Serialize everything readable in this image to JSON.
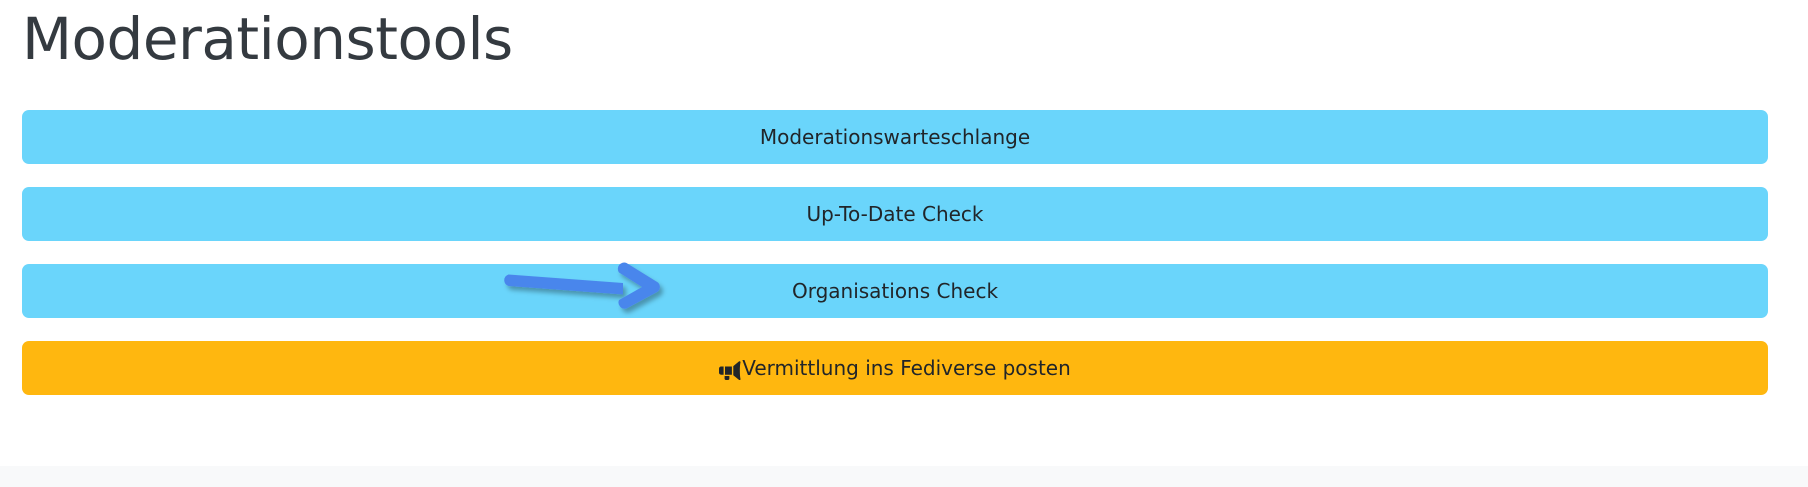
{
  "page": {
    "title": "Moderationstools",
    "background_color": "#ffffff",
    "title_color": "#343a40",
    "footer_color": "#f8f9fa"
  },
  "buttons": [
    {
      "label": "Moderationswarteschlange",
      "style": "info",
      "color": "#6ad5fb",
      "icon": null
    },
    {
      "label": "Up-To-Date Check",
      "style": "info",
      "color": "#6ad5fb",
      "icon": null
    },
    {
      "label": "Organisations Check",
      "style": "info",
      "color": "#6ad5fb",
      "icon": null
    },
    {
      "label": "Vermittlung ins Fediverse posten",
      "style": "warning",
      "color": "#ffb70f",
      "icon": "megaphone-icon"
    }
  ],
  "annotation": {
    "type": "arrow",
    "direction": "right",
    "color": "#4a86ec",
    "points_to": "Organisations Check"
  }
}
